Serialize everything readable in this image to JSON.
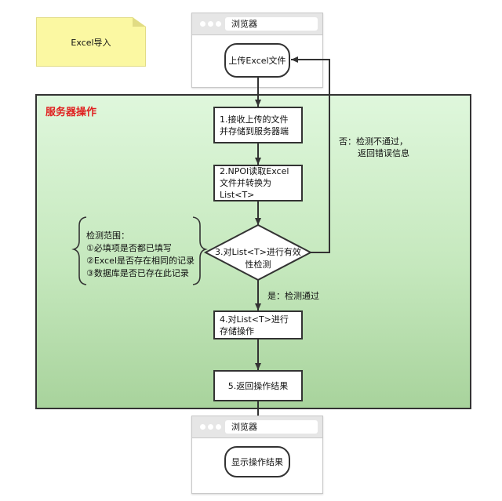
{
  "sticky_note": {
    "text": "Excel导入"
  },
  "top_browser": {
    "address": "浏览器",
    "node": "上传Excel文件"
  },
  "region": {
    "title": "服务器操作"
  },
  "steps": [
    "1.接收上传的文件并存储到服务器端",
    "2.NPOI读取Excel文件并转换为List<T>",
    "3.对List<T>进行有效性检测",
    "4.对List<T>进行存储操作",
    "5.返回操作结果"
  ],
  "edge_labels": {
    "fail_line1": "否：检测不通过，",
    "fail_line2": "返回错误信息",
    "pass": "是：检测通过"
  },
  "validation_note": {
    "title": "检测范围：",
    "items": [
      "①必填项是否都已填写",
      "②Excel是否存在相同的记录",
      "③数据库是否已存在此记录"
    ]
  },
  "bottom_browser": {
    "address": "浏览器",
    "node": "显示操作结果"
  },
  "colors": {
    "region_title": "#e02020",
    "note_fill": "#fbf8a2",
    "region_fill": "#c5e8bd",
    "border": "#333333"
  }
}
